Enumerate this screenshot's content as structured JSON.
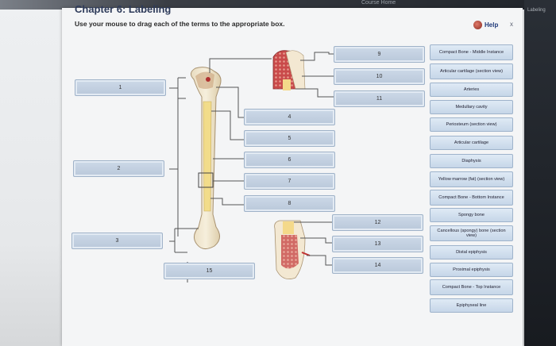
{
  "header": {
    "course_label": "Course Home",
    "side_label": "Labeling",
    "title": "Chapter 6: Labeling",
    "instructions": "Use your mouse to drag each of the terms to the appropriate box.",
    "help_label": "Help",
    "close_label": "x"
  },
  "drop_targets": [
    "1",
    "2",
    "3",
    "4",
    "5",
    "6",
    "7",
    "8",
    "9",
    "10",
    "11",
    "12",
    "13",
    "14",
    "15"
  ],
  "terms": [
    "Compact Bone - Middle Instance",
    "Articular cartilage (section view)",
    "Arteries",
    "Medullary cavity",
    "Periosteum (section view)",
    "Articular cartilage",
    "Diaphysis",
    "Yellow marrow (fat) (section view)",
    "Compact Bone - Bottom Instance",
    "Spongy bone",
    "Cancellous (spongy) bone (section view)",
    "Distal epiphysis",
    "Proximal epiphysis",
    "Compact Bone - Top Instance",
    "Epiphyseal line"
  ],
  "colors": {
    "title": "#2e3b5a",
    "dropbox": "#c2d0e2",
    "term_box": "#d2e0ee"
  }
}
